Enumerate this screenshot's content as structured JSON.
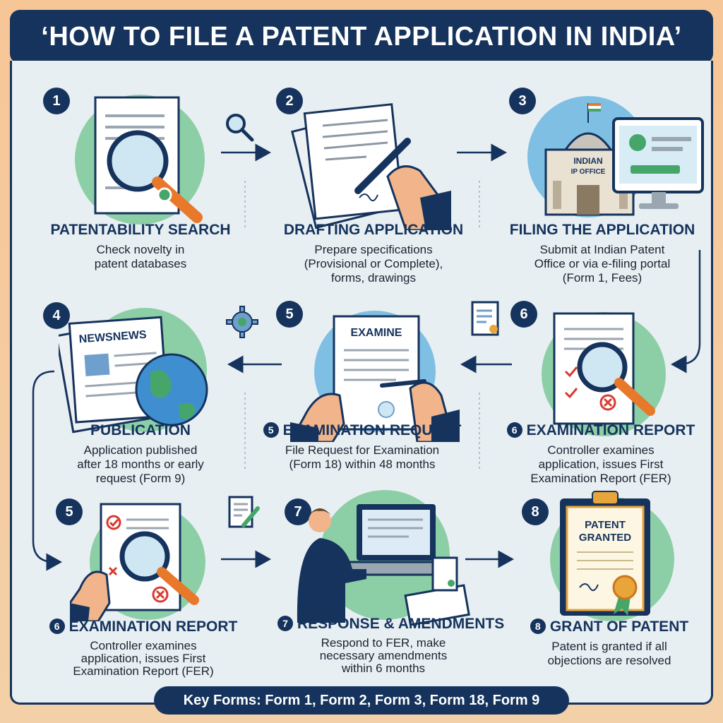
{
  "title": "‘HOW TO FILE A PATENT APPLICATION IN INDIA’",
  "steps": [
    {
      "badge": "1",
      "title": "PATENTABILITY SEARCH",
      "desc": [
        "Check novelty in",
        "patent databases"
      ]
    },
    {
      "badge": "2",
      "title": "DRAFTING APPLICATION",
      "desc": [
        "Prepare specifications",
        "(Provisional or Complete),",
        "forms, drawings"
      ]
    },
    {
      "badge": "3",
      "title": "FILING THE APPLICATION",
      "desc": [
        "Submit at Indian Patent",
        "Office or via e-filing portal",
        "(Form 1, Fees)"
      ]
    },
    {
      "badge": "4",
      "title": "PUBLICATION",
      "desc": [
        "Application published",
        "after 18 months or early",
        "request (Form 9)"
      ]
    },
    {
      "badge": "5",
      "mini": "5",
      "title": "EXAMINATION REQUEST",
      "desc": [
        "File Request for Examination",
        "(Form 18) within 48 months"
      ]
    },
    {
      "badge": "6",
      "mini": "6",
      "title": "EXAMINATION REPORT",
      "desc": [
        "Controller examines",
        "application, issues First",
        "Examination Report (FER)"
      ]
    },
    {
      "badge": "5",
      "mini": "6",
      "title": "EXAMINATION REPORT",
      "desc": [
        "Controller examines",
        "application, issues First",
        "Examination Report (FER)"
      ]
    },
    {
      "badge": "7",
      "mini": "7",
      "title": "RESPONSE & AMENDMENTS",
      "desc": [
        "Respond to FER, make",
        "necessary amendments",
        "within 6 months"
      ]
    },
    {
      "badge": "8",
      "mini": "8",
      "title": "GRANT OF PATENT",
      "desc": [
        "Patent is granted if all",
        "objections are resolved"
      ]
    }
  ],
  "illustration_text": {
    "office_line1": "INDIAN",
    "office_line2": "IP OFFICE",
    "newspaper": "NEWSNEWS",
    "examine": "EXAMINE",
    "certificate_line1": "PATENT",
    "certificate_line2": "GRANTED"
  },
  "footer": "Key Forms: Form 1, Form 2, Form 3, Form 18, Form 9",
  "colors": {
    "navy": "#15335c",
    "green": "#7fc79a",
    "blue": "#6fb6df",
    "orange": "#e8782a",
    "red": "#d83a2f"
  }
}
